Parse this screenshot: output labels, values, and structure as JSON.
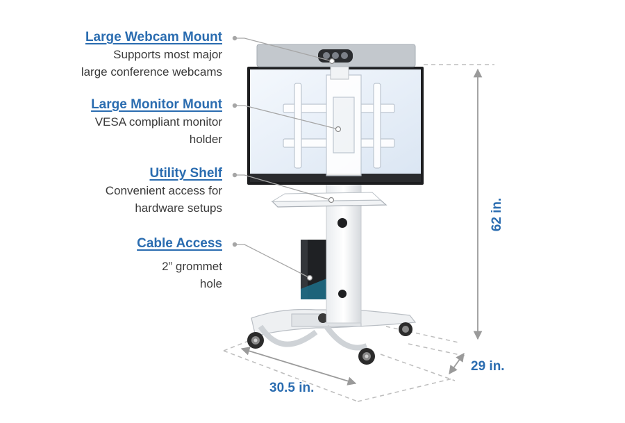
{
  "features": [
    {
      "title": "Large Webcam Mount",
      "description_lines": [
        "Supports most major",
        "large conference webcams"
      ]
    },
    {
      "title": "Large Monitor Mount",
      "description_lines": [
        "VESA compliant monitor",
        "holder"
      ]
    },
    {
      "title": "Utility Shelf",
      "description_lines": [
        "Convenient access for",
        "hardware setups"
      ]
    },
    {
      "title": "Cable Access",
      "description_lines": [
        "2” grommet",
        "hole"
      ]
    }
  ],
  "dimensions": {
    "height": "62 in.",
    "depth": "29 in.",
    "width": "30.5 in."
  },
  "colors": {
    "accent": "#2a6cb0",
    "text": "#3a3a3a",
    "callout_line": "#a6a6a6",
    "dimension_line": "#bdbdbd"
  },
  "icons": [
    "callout-dot-icon",
    "height-arrow-icon",
    "depth-arrow-icon",
    "width-arrow-icon"
  ]
}
